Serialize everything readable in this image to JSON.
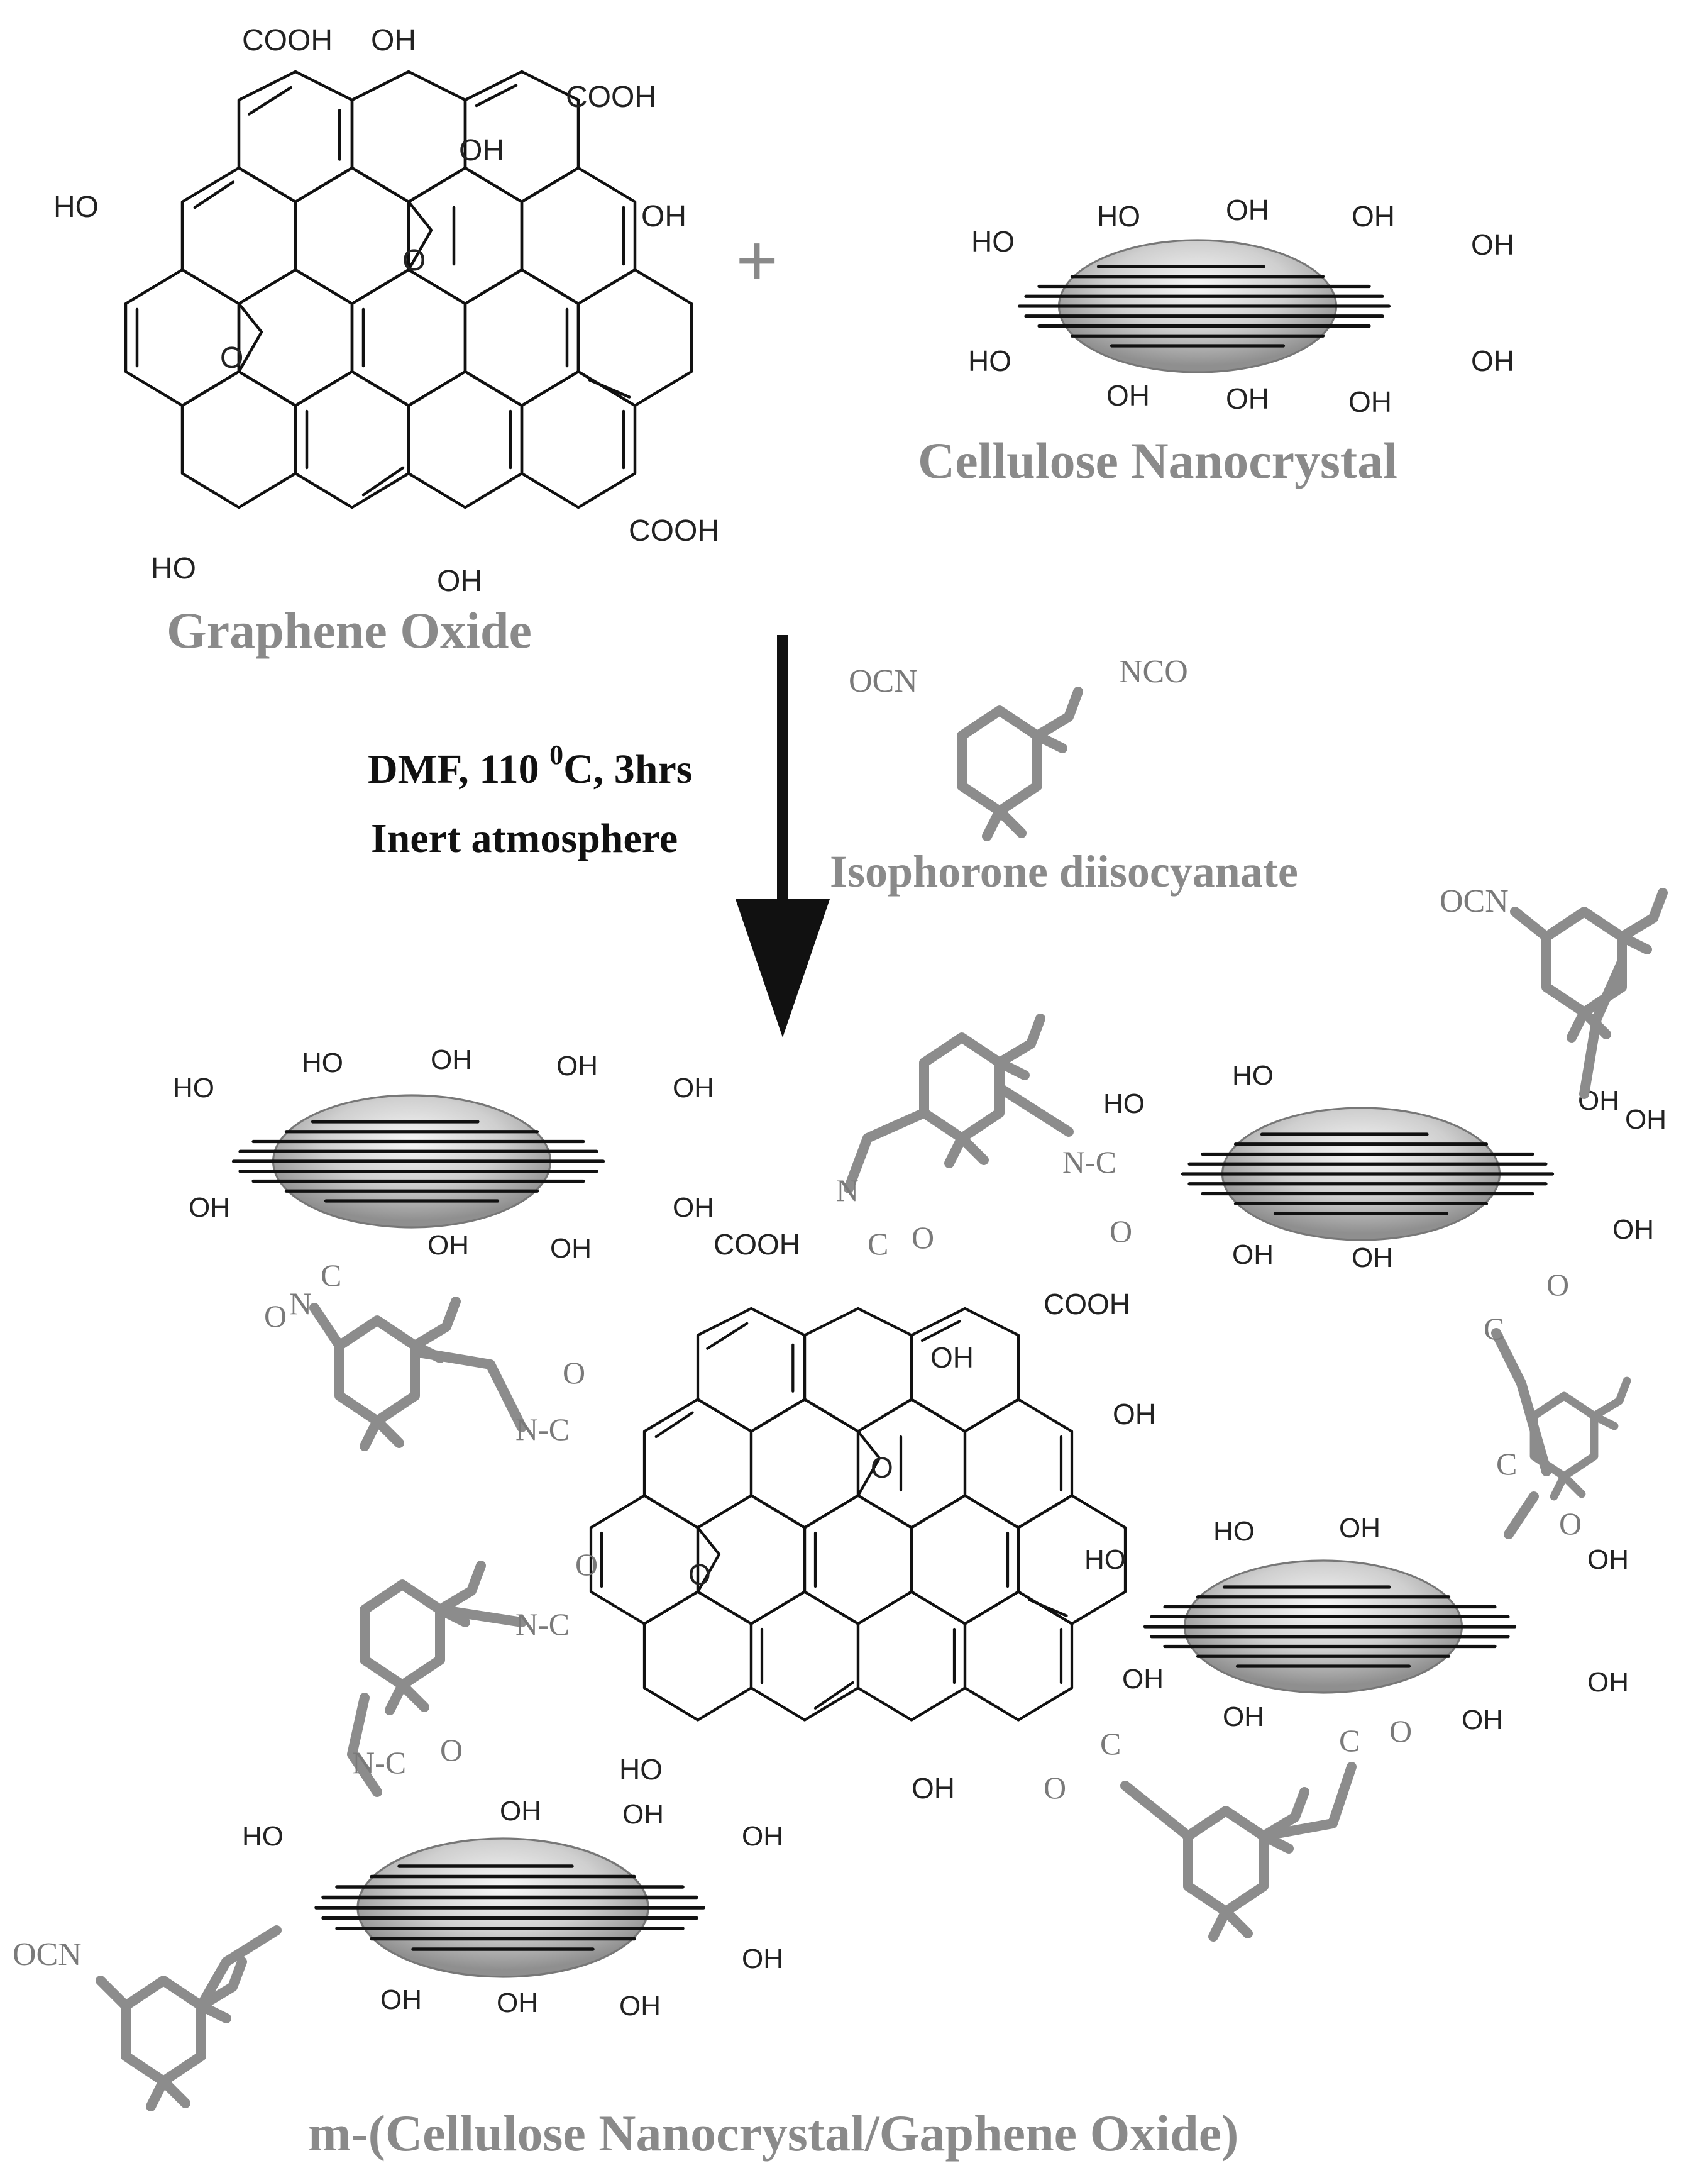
{
  "labels": {
    "graphene_oxide": "Graphene Oxide",
    "cellulose_nanocrystal": "Cellulose Nanocrystal",
    "conditions_line1": "DMF, 110 ",
    "conditions_degree": "0",
    "conditions_line1_end": "C, 3hrs",
    "conditions_line2": "Inert atmosphere",
    "isophorone": "Isophorone diisocyanate",
    "product": "m-(Cellulose Nanocrystal/Gaphene Oxide)",
    "plus": "+"
  },
  "atoms": {
    "cooh": "COOH",
    "oh": "OH",
    "ho": "HO",
    "o": "O",
    "ocn": "OCN",
    "nco": "NCO",
    "n_c": "N-C",
    "n": "N",
    "c": "C"
  },
  "colors": {
    "ink": "#111111",
    "gray_label": "#8a8a8a",
    "ipdi_gray": "#8c8c8c",
    "crystal_light": "#f2f2f2",
    "crystal_dark": "#8f8f8f"
  }
}
